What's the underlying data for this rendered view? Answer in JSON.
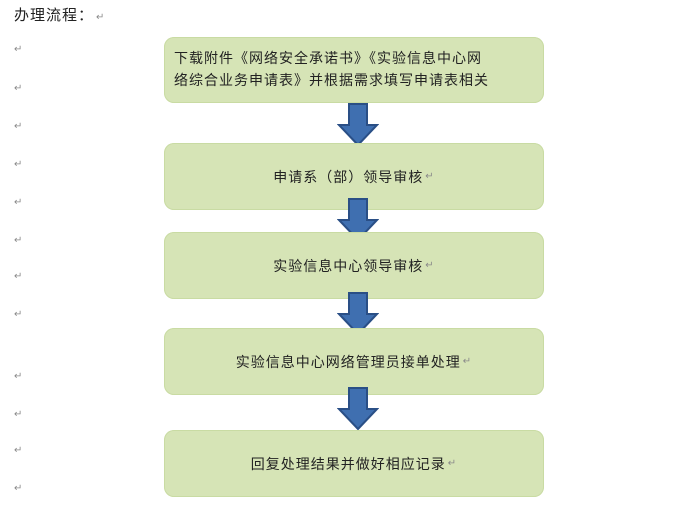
{
  "heading": {
    "text": "办理流程：",
    "mark": "↵"
  },
  "flow": {
    "steps": [
      {
        "line1": "下载附件《网络安全承诺书》《实验信息中心网",
        "line2": "络综合业务申请表》并根据需求填写申请表相关"
      },
      {
        "text": "申请系（部）领导审核",
        "mark": "↵"
      },
      {
        "text": "实验信息中心领导审核",
        "mark": "↵"
      },
      {
        "text": "实验信息中心网络管理员接单处理",
        "mark": "↵"
      },
      {
        "text": "回复处理结果并做好相应记录",
        "mark": "↵"
      }
    ]
  },
  "margin_mark": "↵",
  "colors": {
    "box_fill": "#d6e4b6",
    "arrow_fill": "#3f6fb0",
    "arrow_stroke": "#2a4f86"
  }
}
